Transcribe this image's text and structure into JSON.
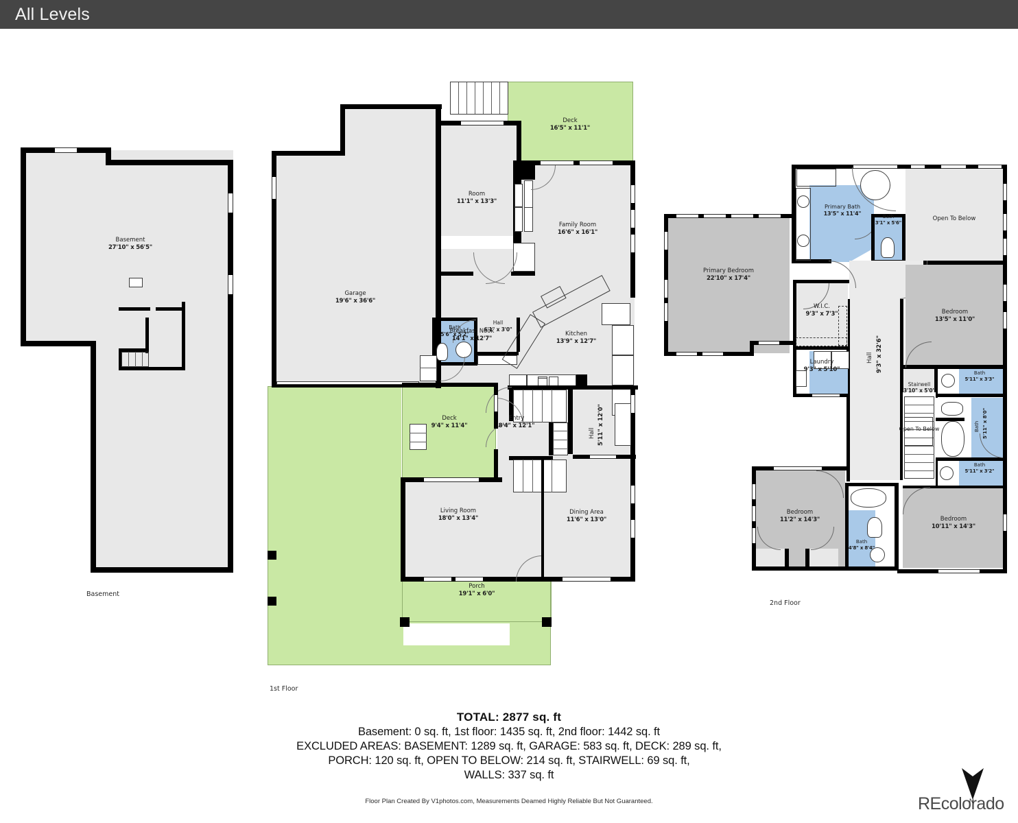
{
  "header": {
    "title": "All Levels"
  },
  "floors": [
    {
      "id": "basement",
      "caption": "Basement"
    },
    {
      "id": "first",
      "caption": "1st Floor"
    },
    {
      "id": "second",
      "caption": "2nd Floor"
    }
  ],
  "basement": {
    "caption": "Basement",
    "rooms": [
      {
        "name": "Basement",
        "dim": "27'10\" x 56'5\""
      }
    ]
  },
  "first_floor": {
    "caption": "1st Floor",
    "rooms": [
      {
        "name": "Deck",
        "dim": "16'5\" x 11'1\"",
        "type": "deck"
      },
      {
        "name": "Room",
        "dim": "11'1\" x 13'3\"",
        "type": "room"
      },
      {
        "name": "Family Room",
        "dim": "16'6\" x 16'1\"",
        "type": "room"
      },
      {
        "name": "Garage",
        "dim": "19'6\" x 36'6\"",
        "type": "room"
      },
      {
        "name": "Bath",
        "dim": "5'6\" x 5'2\"",
        "type": "bath"
      },
      {
        "name": "Hall",
        "dim": "6'1\" x 3'0\"",
        "type": "room"
      },
      {
        "name": "Breakfast Nook",
        "dim": "14'1\" x 12'7\"",
        "type": "room"
      },
      {
        "name": "Kitchen",
        "dim": "13'9\" x 12'7\"",
        "type": "room"
      },
      {
        "name": "Deck",
        "dim": "9'4\" x 11'4\"",
        "type": "deck"
      },
      {
        "name": "Entry",
        "dim": "8'4\" x 12'1\"",
        "type": "room"
      },
      {
        "name": "Hall",
        "dim": "5'11\" x 12'0\"",
        "type": "room"
      },
      {
        "name": "Living Room",
        "dim": "18'0\" x 13'4\"",
        "type": "room"
      },
      {
        "name": "Dining Area",
        "dim": "11'6\" x 13'0\"",
        "type": "room"
      },
      {
        "name": "Porch",
        "dim": "19'1\" x 6'0\"",
        "type": "deck"
      }
    ]
  },
  "second_floor": {
    "caption": "2nd Floor",
    "rooms": [
      {
        "name": "Primary Bath",
        "dim": "13'5\" x 11'4\"",
        "type": "bath"
      },
      {
        "name": "Bath",
        "dim": "3'1\" x 5'6\"",
        "type": "bath"
      },
      {
        "name": "Open To Below",
        "dim": "",
        "type": "open"
      },
      {
        "name": "Primary Bedroom",
        "dim": "22'10\" x 17'4\"",
        "type": "bedroom"
      },
      {
        "name": "W.I.C.",
        "dim": "9'3\" x 7'3\"",
        "type": "room"
      },
      {
        "name": "Bedroom",
        "dim": "13'5\" x 11'0\"",
        "type": "bedroom"
      },
      {
        "name": "Laundry",
        "dim": "9'3\" x 5'10\"",
        "type": "bath"
      },
      {
        "name": "Hall",
        "dim": "9'3\" x 32'6\"",
        "type": "room"
      },
      {
        "name": "Bath",
        "dim": "5'11\" x 3'3\"",
        "type": "bath"
      },
      {
        "name": "Stairwell",
        "dim": "3'10\" x 5'0\"",
        "type": "room"
      },
      {
        "name": "Bath",
        "dim": "5'11\" x 8'0\"",
        "type": "bath"
      },
      {
        "name": "Open To Below",
        "dim": "",
        "type": "open"
      },
      {
        "name": "Bath",
        "dim": "5'11\" x 3'2\"",
        "type": "bath"
      },
      {
        "name": "Bedroom",
        "dim": "11'2\" x 14'3\"",
        "type": "bedroom"
      },
      {
        "name": "Bedroom",
        "dim": "10'11\" x 14'3\"",
        "type": "bedroom"
      },
      {
        "name": "Bath",
        "dim": "4'8\" x 8'4\"",
        "type": "bath"
      }
    ]
  },
  "summary": {
    "total": "TOTAL: 2877 sq. ft",
    "line1": "Basement: 0 sq. ft, 1st floor: 1435 sq. ft, 2nd floor: 1442 sq. ft",
    "line2": "EXCLUDED AREAS: BASEMENT: 1289 sq. ft, GARAGE: 583 sq. ft, DECK: 289 sq. ft,",
    "line3": "PORCH: 120 sq. ft, OPEN TO BELOW: 214 sq. ft, STAIRWELL: 69 sq. ft,",
    "line4": "WALLS: 337 sq. ft"
  },
  "credit": "Floor Plan Created By V1photos.com, Measurements Deamed Highly Reliable But Not Guaranteed.",
  "branding": {
    "logo": "REcolorado",
    "compass_label": "N"
  },
  "colors": {
    "header_bg": "#454545",
    "room_fill": "#e8e8e8",
    "bedroom_fill": "#c5c5c5",
    "deck_fill": "#c9e8a4",
    "bath_fill": "#a9c9e8",
    "wall": "#000000"
  }
}
